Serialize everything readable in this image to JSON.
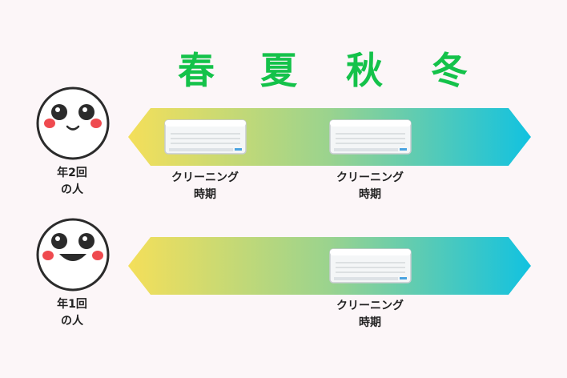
{
  "seasons": [
    "春",
    "夏",
    "秋",
    "冬"
  ],
  "colors": {
    "season_text": "#14c24a",
    "arrow_start": "#f4df5a",
    "arrow_mid": "#9ad38e",
    "arrow_end": "#12c2e0",
    "cheek": "#ef4a4f"
  },
  "rows": [
    {
      "person": [
        "年2回",
        "の人"
      ],
      "face_icon": "smiling-face-icon",
      "cleanings": [
        {
          "label": [
            "クリーニング",
            "時期"
          ]
        },
        {
          "label": [
            "クリーニング",
            "時期"
          ]
        }
      ]
    },
    {
      "person": [
        "年1回",
        "の人"
      ],
      "face_icon": "grinning-face-icon",
      "cleanings": [
        {
          "label": [
            "クリーニング",
            "時期"
          ]
        }
      ]
    }
  ]
}
